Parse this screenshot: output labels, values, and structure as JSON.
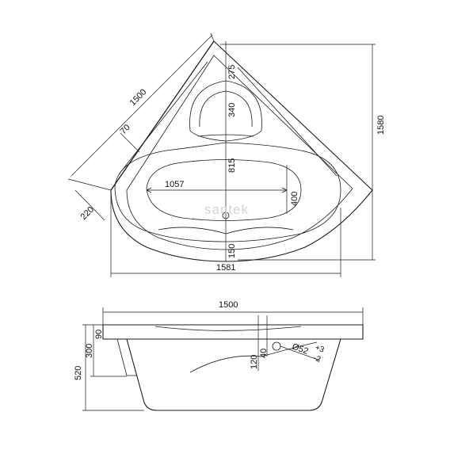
{
  "plan_view": {
    "diag_length": "1500",
    "rim_width": "70",
    "corner_offset": "220",
    "top_height": "275",
    "seat_depth": "340",
    "basin_depth": "815",
    "basin_width": "1057",
    "basin_minor": "400",
    "front_edge": "150",
    "total_height": "1580",
    "total_width": "1581"
  },
  "side_view": {
    "length": "1500",
    "rim_thickness": "90",
    "body_height": "300",
    "total_height": "520",
    "overflow_height": "120",
    "overflow_offset": "40",
    "drain_diameter": "Ø52",
    "tolerance_plus": "+3",
    "tolerance_minus": "-2"
  },
  "watermark": "santek"
}
